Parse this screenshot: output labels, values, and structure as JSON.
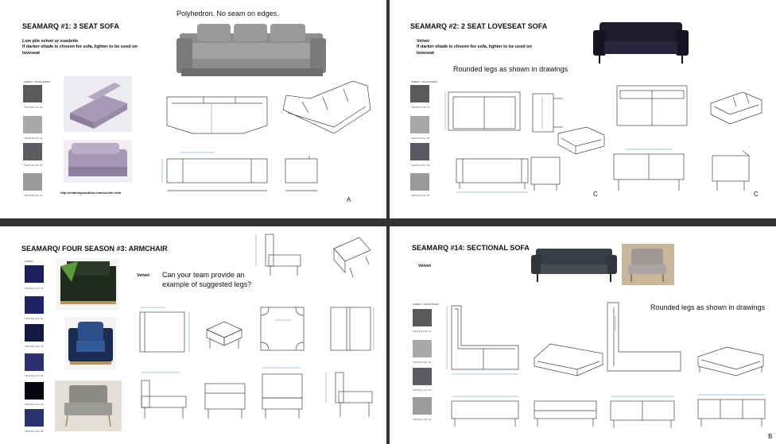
{
  "panels": [
    {
      "title": "SEAMARQ #1: 3 SEAT SOFA",
      "subtitle_lines": [
        "Low pile velvet or suedette",
        "If darker shade is chosen for sofa, lighter to be used on loveseat"
      ],
      "heading": "Polyhedron. No seam on edges.",
      "swatch_header": "FABRIC / UPHOLSTERY",
      "swatches": [
        {
          "color": "#5a5a5c",
          "caption": "TEXTILE COL 01"
        },
        {
          "color": "#a9a9ab",
          "caption": "TEXTILE COL 02"
        },
        {
          "color": "#5e5b62",
          "caption": "TEXTILE COL 03"
        },
        {
          "color": "#9b9b9d",
          "caption": "TEXTILE COL 04"
        }
      ],
      "url": "http://chairingsstudios.com/lucette-sofa",
      "corner": "A"
    },
    {
      "title": "SEAMARQ #2: 2 SEAT LOVESEAT SOFA",
      "subtitle_lines": [
        "Velvet",
        "If darker shade is chosen for sofa, lighter to be used on loveseat"
      ],
      "heading": "Rounded legs as shown in drawings",
      "swatch_header": "FABRIC / UPHOLSTERY",
      "swatches": [
        {
          "color": "#595959",
          "caption": "TEXTILE COL 01"
        },
        {
          "color": "#a8a8a8",
          "caption": "TEXTILE COL 02"
        },
        {
          "color": "#5c5965",
          "caption": "TEXTILE COL 03"
        },
        {
          "color": "#9a9a9a",
          "caption": "TEXTILE COL 04"
        }
      ],
      "corner_left": "C",
      "corner_right": "C"
    },
    {
      "title": "SEAMARQ/ FOUR SEASON #3: ARMCHAIR",
      "label": "Velvet",
      "question_lines": [
        "Can your team provide an",
        "example of suggested legs?"
      ],
      "swatch_header": "FABRIC",
      "swatches": [
        {
          "color": "#1b1f5e",
          "caption": "TEXTILE COL 01"
        },
        {
          "color": "#1e2368",
          "caption": "TEXTILE COL 02"
        },
        {
          "color": "#151a45",
          "caption": "TEXTILE COL 03"
        },
        {
          "color": "#2a3070",
          "caption": "TEXTILE COL 04"
        },
        {
          "color": "#050510",
          "caption": "TEXTILE COL 05"
        },
        {
          "color": "#28346e",
          "caption": "TEXTILE COL 06"
        }
      ]
    },
    {
      "title": "SEAMARQ #14: SECTIONAL SOFA",
      "label": "Velvet",
      "heading": "Rounded legs as shown in drawings",
      "swatch_header": "FABRIC / UPHOLSTERY",
      "swatches": [
        {
          "color": "#5a5a5a",
          "caption": "TEXTILE COL 01"
        },
        {
          "color": "#a9a9a9",
          "caption": "TEXTILE COL 02"
        },
        {
          "color": "#5e5b64",
          "caption": "TEXTILE COL 03"
        },
        {
          "color": "#9c9c9c",
          "caption": "TEXTILE COL 04"
        }
      ],
      "corner": "B"
    }
  ]
}
